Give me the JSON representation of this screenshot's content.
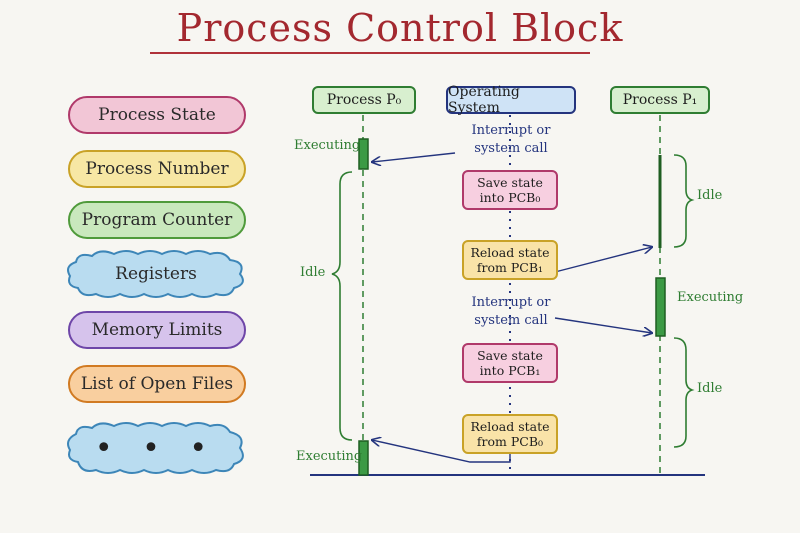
{
  "title": "Process Control Block",
  "pcb_fields": [
    {
      "label": "Process State",
      "color": "#f2c6d6",
      "border": "#b0396a"
    },
    {
      "label": "Process Number",
      "color": "#f7e7a4",
      "border": "#c9a227"
    },
    {
      "label": "Program Counter",
      "color": "#c9e8bd",
      "border": "#4f9a3b"
    },
    {
      "label": "Registers",
      "color": "#b9dcf0",
      "border": "#3d86b8"
    },
    {
      "label": "Memory Limits",
      "color": "#d6c3ec",
      "border": "#6e46a8"
    },
    {
      "label": "List of Open Files",
      "color": "#f9cf9f",
      "border": "#d17a22"
    },
    {
      "label": "• • •",
      "color": "#b9dcf0",
      "border": "#3d86b8"
    }
  ],
  "headers": {
    "p0": "Process P₀",
    "os": "Operating System",
    "p1": "Process P₁"
  },
  "boxes": {
    "save0": "Save state into PCB₀",
    "reload1": "Reload state from PCB₁",
    "save1": "Save state into PCB₁",
    "reload0": "Reload state from PCB₀"
  },
  "labels": {
    "executing": "Executing",
    "idle": "Idle",
    "interrupt": "Interrupt or system call"
  },
  "colors": {
    "title": "#a3282f",
    "process_green": "#2f7d32",
    "os_blue": "#24347e",
    "header_fill": "#d8efcf",
    "os_header_fill": "#cfe3f6",
    "pink_box": "#f7cfe0",
    "yellow_box": "#f9e3a8"
  }
}
